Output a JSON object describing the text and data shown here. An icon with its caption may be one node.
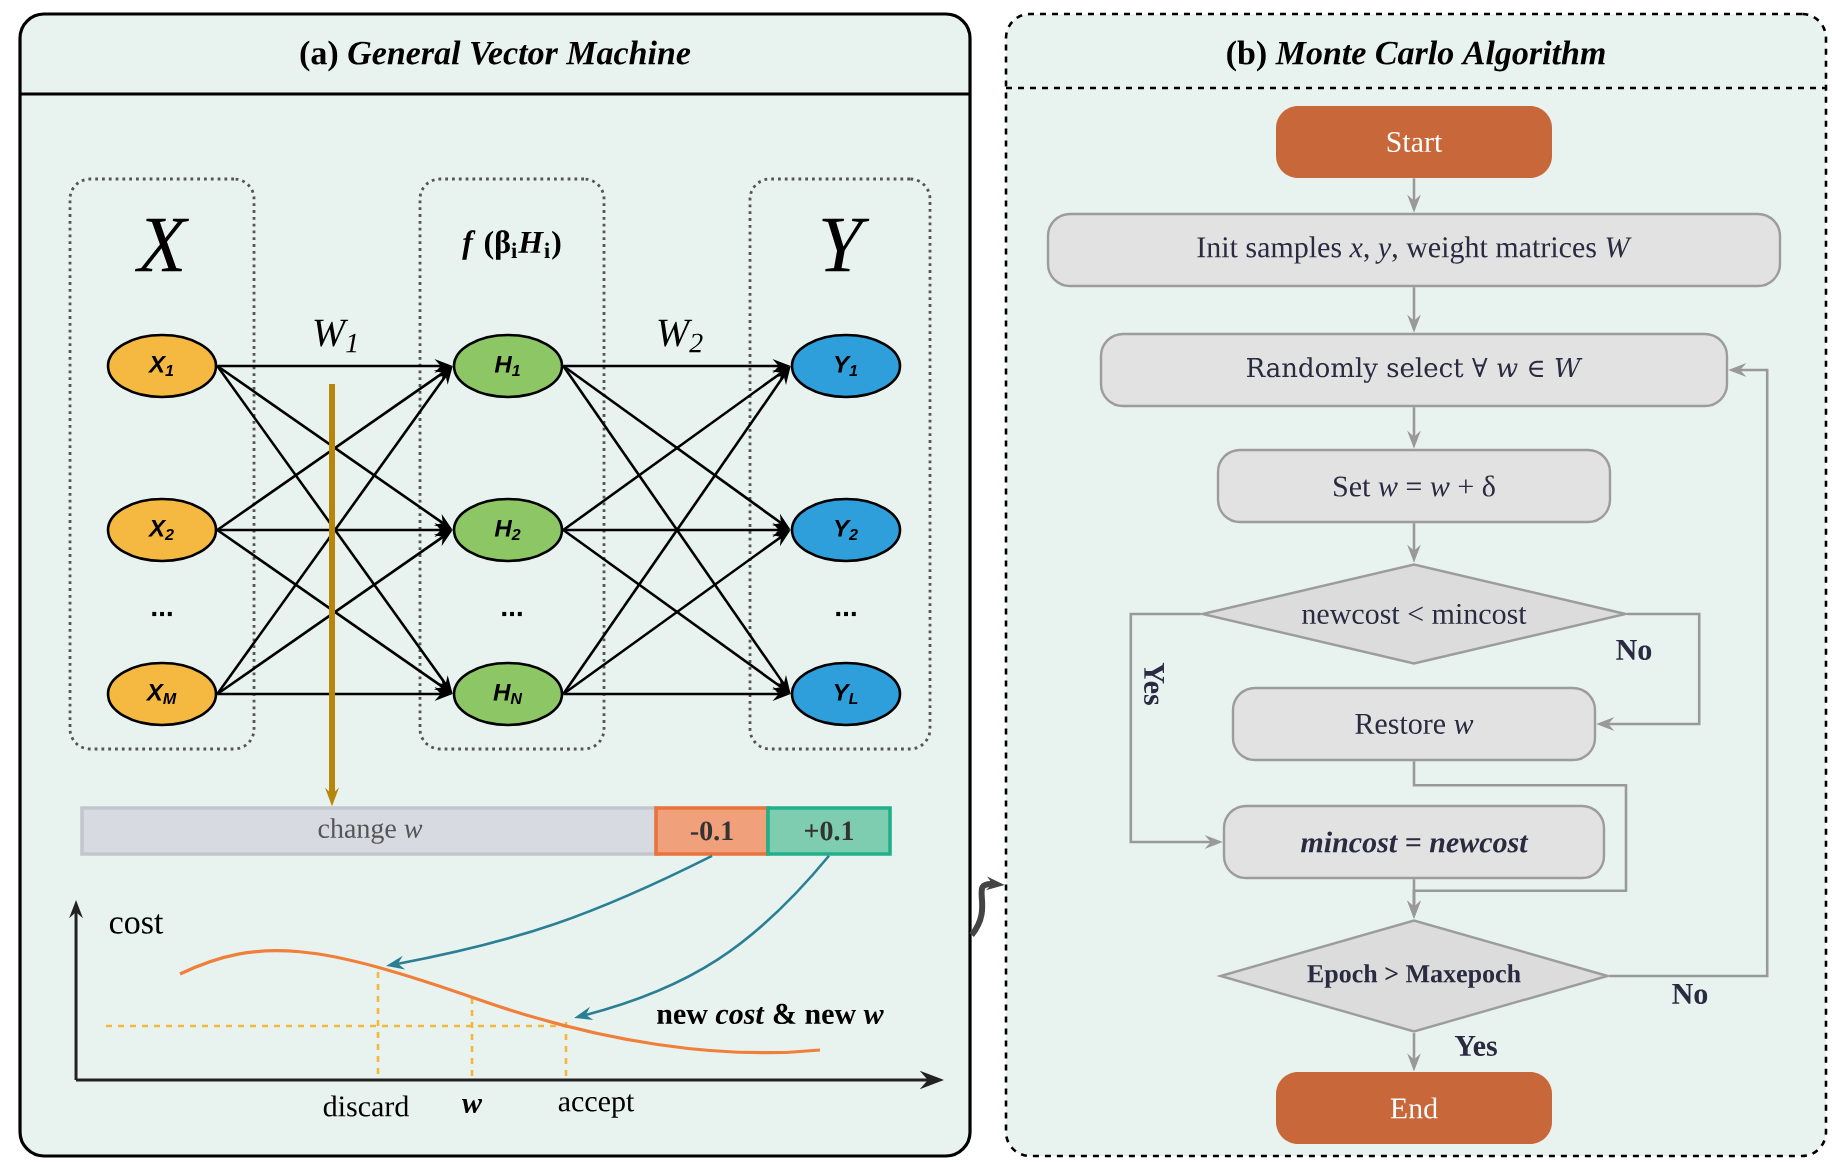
{
  "diagram": {
    "nodes": [
      {
        "text": [
          "(a) *General Vector Machine*"
        ]
      },
      {
        "text": [
          "X"
        ],
        "in": 0
      },
      {
        "text": [
          "*f* (β$_{i}$*H*$_{i}$)"
        ],
        "in": 0
      },
      {
        "text": [
          "Y"
        ],
        "in": 0
      },
      {
        "text": [
          "X$_{1}$"
        ],
        "in": 1
      },
      {
        "text": [
          "X$_{2}$"
        ],
        "in": 1
      },
      {
        "text": [
          "X$_{M}$"
        ],
        "in": 1
      },
      {
        "text": [
          "H$_{1}$"
        ],
        "in": 2
      },
      {
        "text": [
          "H$_{2}$"
        ],
        "in": 2
      },
      {
        "text": [
          "H$_{N}$"
        ],
        "in": 2
      },
      {
        "text": [
          "Y$_{1}$"
        ],
        "in": 3
      },
      {
        "text": [
          "Y$_{2}$"
        ],
        "in": 3
      },
      {
        "text": [
          "Y$_{L}$"
        ],
        "in": 3
      },
      {
        "text": [
          "change *w*"
        ],
        "in": 0
      },
      {
        "text": [
          "-0.1"
        ],
        "in": 0
      },
      {
        "text": [
          "+0.1"
        ],
        "in": 0
      },
      {
        "text": [
          "(b) *Monte Carlo Algorithm*"
        ]
      },
      {
        "text": [
          "Start"
        ],
        "in": 16
      },
      {
        "text": [
          "Init samples *x*, *y*, weight matrices *W*"
        ],
        "in": 16
      },
      {
        "text": [
          "Randomly select ∀ *w* ∈ *W*"
        ],
        "in": 16
      },
      {
        "text": [
          "Set *w* = *w* + δ"
        ],
        "in": 16
      },
      {
        "text": [
          "newcost < mincost"
        ],
        "in": 16
      },
      {
        "text": [
          "Restore *w*"
        ],
        "in": 16
      },
      {
        "text": [
          "mincost = newcost"
        ],
        "in": 16
      },
      {
        "text": [
          "Epoch > Maxepoch"
        ],
        "in": 16
      },
      {
        "text": [
          "End"
        ],
        "in": 16
      }
    ],
    "edges": [
      {
        "from": 4,
        "to": 7,
        "arrow": "to"
      },
      {
        "from": 4,
        "to": 8,
        "arrow": "to"
      },
      {
        "from": 4,
        "to": 9,
        "arrow": "to"
      },
      {
        "from": 5,
        "to": 7,
        "arrow": "to"
      },
      {
        "from": 5,
        "to": 8,
        "arrow": "to"
      },
      {
        "from": 5,
        "to": 9,
        "arrow": "to"
      },
      {
        "from": 6,
        "to": 7,
        "arrow": "to"
      },
      {
        "from": 6,
        "to": 8,
        "arrow": "to"
      },
      {
        "from": 6,
        "to": 9,
        "arrow": "to"
      },
      {
        "from": 7,
        "to": 10,
        "arrow": "to"
      },
      {
        "from": 7,
        "to": 11,
        "arrow": "to"
      },
      {
        "from": 7,
        "to": 12,
        "arrow": "to"
      },
      {
        "from": 8,
        "to": 10,
        "arrow": "to"
      },
      {
        "from": 8,
        "to": 11,
        "arrow": "to"
      },
      {
        "from": 8,
        "to": 12,
        "arrow": "to"
      },
      {
        "from": 9,
        "to": 10,
        "arrow": "to"
      },
      {
        "from": 9,
        "to": 11,
        "arrow": "to"
      },
      {
        "from": 9,
        "to": 12,
        "arrow": "to"
      },
      {
        "from": null,
        "to": 13,
        "arrow": "to",
        "style": "thick",
        "color": "#b8860b"
      },
      {
        "from": 14,
        "to": null,
        "arrow": "to",
        "color": "#2a7f94"
      },
      {
        "from": 15,
        "to": null,
        "arrow": "to",
        "color": "#2a7f94"
      },
      {
        "from": 0,
        "to": 16,
        "arrow": "to",
        "style": "thick",
        "color": "#444444"
      },
      {
        "from": 17,
        "to": 18,
        "arrow": "to",
        "color": "#999999"
      },
      {
        "from": 18,
        "to": 19,
        "arrow": "to",
        "color": "#999999"
      },
      {
        "from": 19,
        "to": 20,
        "arrow": "to",
        "color": "#999999"
      },
      {
        "from": 20,
        "to": 21,
        "arrow": "to",
        "color": "#999999"
      },
      {
        "from": 21,
        "to": 23,
        "label": "Yes",
        "arrow": "to",
        "color": "#999999"
      },
      {
        "from": 21,
        "to": 22,
        "label": "No",
        "arrow": "to",
        "color": "#999999"
      },
      {
        "from": 22,
        "to": 24,
        "arrow": "to",
        "color": "#999999"
      },
      {
        "from": 23,
        "to": 24,
        "arrow": "to",
        "color": "#999999"
      },
      {
        "from": 24,
        "to": 19,
        "label": "No",
        "arrow": "to",
        "color": "#999999"
      },
      {
        "from": 24,
        "to": 25,
        "label": "Yes",
        "arrow": "to",
        "color": "#999999"
      }
    ],
    "labels": [
      "W$_{1}$",
      "W$_{2}$",
      "...",
      "...",
      "...",
      "cost",
      "new *cost* & new *w*",
      "discard",
      "*w*",
      "accept"
    ]
  }
}
